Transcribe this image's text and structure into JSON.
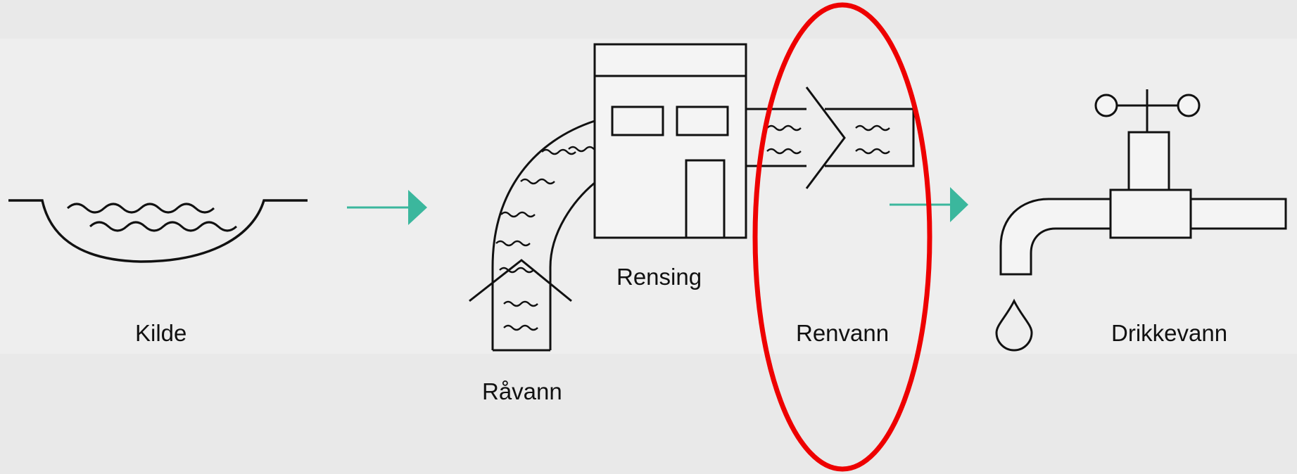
{
  "diagram": {
    "labels": {
      "source": "Kilde",
      "raw_water": "Råvann",
      "treatment": "Rensing",
      "clean_water": "Renvann",
      "drinking_water": "Drikkevann"
    }
  },
  "colors": {
    "background": "#e9e9e9",
    "panel": "#eeeeee",
    "stroke": "#111111",
    "arrow": "#3bb79d",
    "highlight": "#ee0000"
  },
  "icons": [
    "source-basin-icon",
    "raw-water-pipe-icon",
    "treatment-plant-icon",
    "clean-water-pipe-icon",
    "tap-icon",
    "water-drop-icon",
    "flow-arrow-icon"
  ]
}
